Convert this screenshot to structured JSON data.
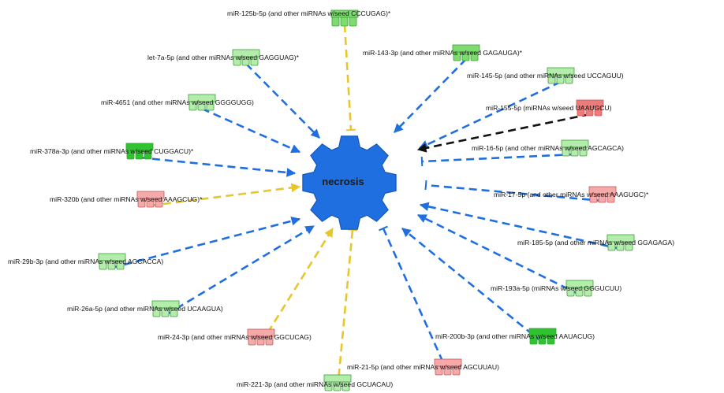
{
  "center": {
    "label": "necrosis",
    "color": "#1f6fe0"
  },
  "colors": {
    "activation": "#1f6fe0",
    "inconsistent": "#e8c62a",
    "predicted": "#111111",
    "up_dark": "#2fc42f",
    "up_mid": "#7ddb6f",
    "up_light": "#b3ecab",
    "down_dark": "#ee7a7a",
    "down_light": "#f5a9a9"
  },
  "nodes": [
    {
      "id": "mir-125b",
      "label": "miR-125b-5p (and other miRNAs w/seed CCCUGAG)*",
      "shade": "up_mid",
      "edge": "inhibition",
      "edge_color": "inconsistent"
    },
    {
      "id": "mir-143",
      "label": "miR-143-3p (and other miRNAs w/seed GAGAUGA)*",
      "shade": "up_mid",
      "edge": "activation",
      "edge_color": "activation"
    },
    {
      "id": "let-7a",
      "label": "let-7a-5p (and other miRNAs w/seed GAGGUAG)*",
      "shade": "up_light",
      "edge": "activation",
      "edge_color": "activation"
    },
    {
      "id": "mir-145",
      "label": "miR-145-5p (and other miRNAs w/seed UCCAGUU)",
      "shade": "up_light",
      "edge": "activation",
      "edge_color": "activation"
    },
    {
      "id": "mir-4651",
      "label": "miR-4651 (and other miRNAs w/seed GGGGUGG)",
      "shade": "up_light",
      "edge": "activation",
      "edge_color": "activation"
    },
    {
      "id": "mir-155",
      "label": "miR-155-5p (miRNAs w/seed UAAUGCU)",
      "shade": "down_dark",
      "edge": "activation",
      "edge_color": "predicted"
    },
    {
      "id": "mir-378a",
      "label": "miR-378a-3p (and other miRNAs w/seed CUGGACU)*",
      "shade": "up_dark",
      "edge": "activation",
      "edge_color": "activation"
    },
    {
      "id": "mir-16",
      "label": "miR-16-5p (and other miRNAs w/seed AGCAGCA)",
      "shade": "up_light",
      "edge": "inhibition",
      "edge_color": "activation"
    },
    {
      "id": "mir-320b",
      "label": "miR-320b (and other miRNAs w/seed AAAGCUG)*",
      "shade": "down_light",
      "edge": "activation",
      "edge_color": "inconsistent"
    },
    {
      "id": "mir-17",
      "label": "miR-17-5p (and other miRNAs w/seed AAAGUGC)*",
      "shade": "down_light",
      "edge": "inhibition",
      "edge_color": "activation"
    },
    {
      "id": "mir-185",
      "label": "miR-185-5p (and other miRNAs w/seed GGAGAGA)",
      "shade": "up_light",
      "edge": "activation",
      "edge_color": "activation"
    },
    {
      "id": "mir-29b",
      "label": "miR-29b-3p (and other miRNAs w/seed AGCACCA)",
      "shade": "up_light",
      "edge": "activation",
      "edge_color": "activation"
    },
    {
      "id": "mir-193a",
      "label": "miR-193a-5p (miRNAs w/seed GGGUCUU)",
      "shade": "up_light",
      "edge": "activation",
      "edge_color": "activation"
    },
    {
      "id": "mir-26a",
      "label": "miR-26a-5p (and other miRNAs w/seed UCAAGUA)",
      "shade": "up_light",
      "edge": "activation",
      "edge_color": "activation"
    },
    {
      "id": "mir-200b",
      "label": "miR-200b-3p (and other miRNAs w/seed AAUACUG)",
      "shade": "up_dark",
      "edge": "activation",
      "edge_color": "activation"
    },
    {
      "id": "mir-24",
      "label": "miR-24-3p (and other miRNAs w/seed GGCUCAG)",
      "shade": "down_light",
      "edge": "activation",
      "edge_color": "inconsistent"
    },
    {
      "id": "mir-21",
      "label": "miR-21-5p (and other miRNAs w/seed AGCUUAU)",
      "shade": "down_light",
      "edge": "inhibition",
      "edge_color": "activation"
    },
    {
      "id": "mir-221",
      "label": "miR-221-3p (and other miRNAs w/seed GCUACAU)",
      "shade": "up_light",
      "edge": "inhibition",
      "edge_color": "inconsistent"
    }
  ]
}
